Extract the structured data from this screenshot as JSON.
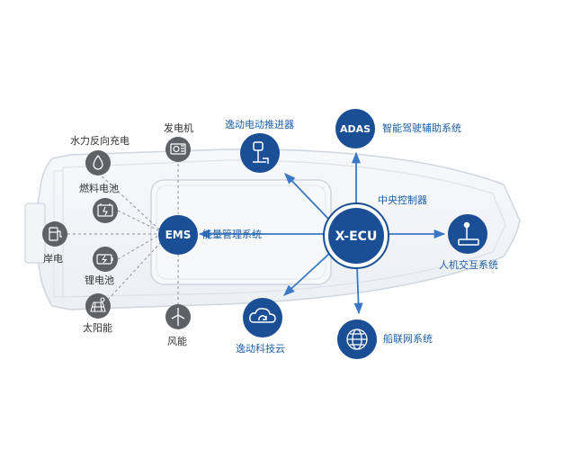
{
  "colors": {
    "primary": "#1a4f96",
    "accent_line": "#3a78c4",
    "gray_node": "#5e6166",
    "hull_fill": "#f4f6f8",
    "hull_stroke": "#cfd6de"
  },
  "nodes": {
    "xecu": {
      "label": "X-ECU"
    },
    "ems": {
      "label": "EMS"
    },
    "adas": {
      "label": "ADAS"
    }
  },
  "labels": {
    "central_controller": "中央控制器",
    "energy_mgmt": "能量管理系统",
    "adas_system": "智能驾驶辅助系统",
    "propeller": "逸动电动推进器",
    "hmi": "人机交互系统",
    "cloud": "逸动科技云",
    "iot": "船联网系统",
    "hydro": "水力反向充电",
    "generator": "发电机",
    "fuel_cell": "燃料电池",
    "shore_power": "岸电",
    "lithium": "锂电池",
    "solar": "太阳能",
    "wind": "风能"
  },
  "icons": {
    "propeller": "outboard-motor-icon",
    "hmi": "joystick-icon",
    "cloud": "cloud-sync-icon",
    "iot": "globe-network-icon",
    "hydro": "water-drop-icon",
    "generator": "generator-icon",
    "fuel_cell": "fuel-cell-battery-icon",
    "shore_power": "charging-station-icon",
    "lithium": "battery-charging-icon",
    "solar": "solar-panel-icon",
    "wind": "wind-turbine-icon"
  }
}
